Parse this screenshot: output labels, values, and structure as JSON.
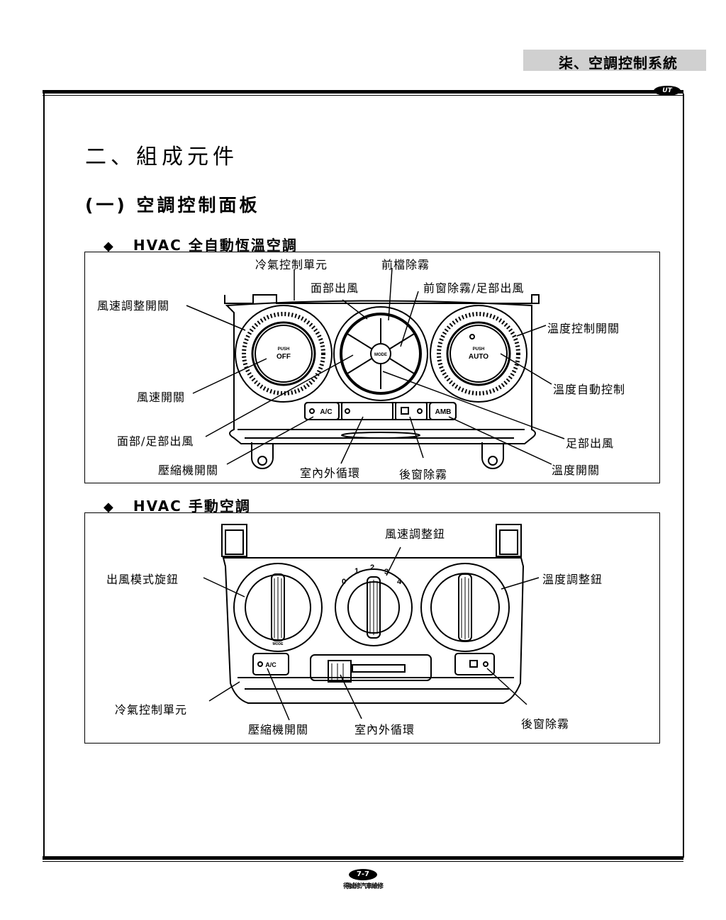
{
  "header": {
    "chapter": "柒、空調控制系統",
    "logo": "UT"
  },
  "section_title": "二、組成元件",
  "subsection_title": "(一) 空調控制面板",
  "auto": {
    "heading": "HVAC 全自動恆溫空調",
    "labels": {
      "ac_control_unit": "冷氣控制單元",
      "defrost_front": "前檔除霧",
      "face_vent": "面部出風",
      "defrost_foot": "前窗除霧/足部出風",
      "fan_speed_switch": "風速調整開關",
      "temp_control_switch": "溫度控制開關",
      "fan_switch": "風速開關",
      "temp_auto_control": "溫度自動控制",
      "face_foot_vent": "面部/足部出風",
      "foot_vent": "足部出風",
      "compressor_switch": "壓縮機開關",
      "temp_switch": "溫度開關",
      "recirc": "室內外循環",
      "rear_defrost": "後窗除霧"
    },
    "panel": {
      "push": "PUSH",
      "off": "OFF",
      "auto": "AUTO",
      "mode": "MODE",
      "ac": "A/C",
      "amb": "AMB"
    }
  },
  "manual": {
    "heading": "HVAC 手動空調",
    "labels": {
      "fan_speed_knob": "風速調整鈕",
      "mode_knob": "出風模式旋鈕",
      "temp_knob": "溫度調整鈕",
      "ac_control_unit": "冷氣控制單元",
      "compressor_switch": "壓縮機開關",
      "recirc": "室內外循環",
      "rear_defrost": "後窗除霧"
    },
    "panel": {
      "mode": "MODE",
      "ac": "A/C",
      "speeds": [
        "0",
        "1",
        "2",
        "3",
        "4"
      ]
    }
  },
  "footer": {
    "page": "7-7",
    "publisher": "得誠修汽車維修"
  }
}
